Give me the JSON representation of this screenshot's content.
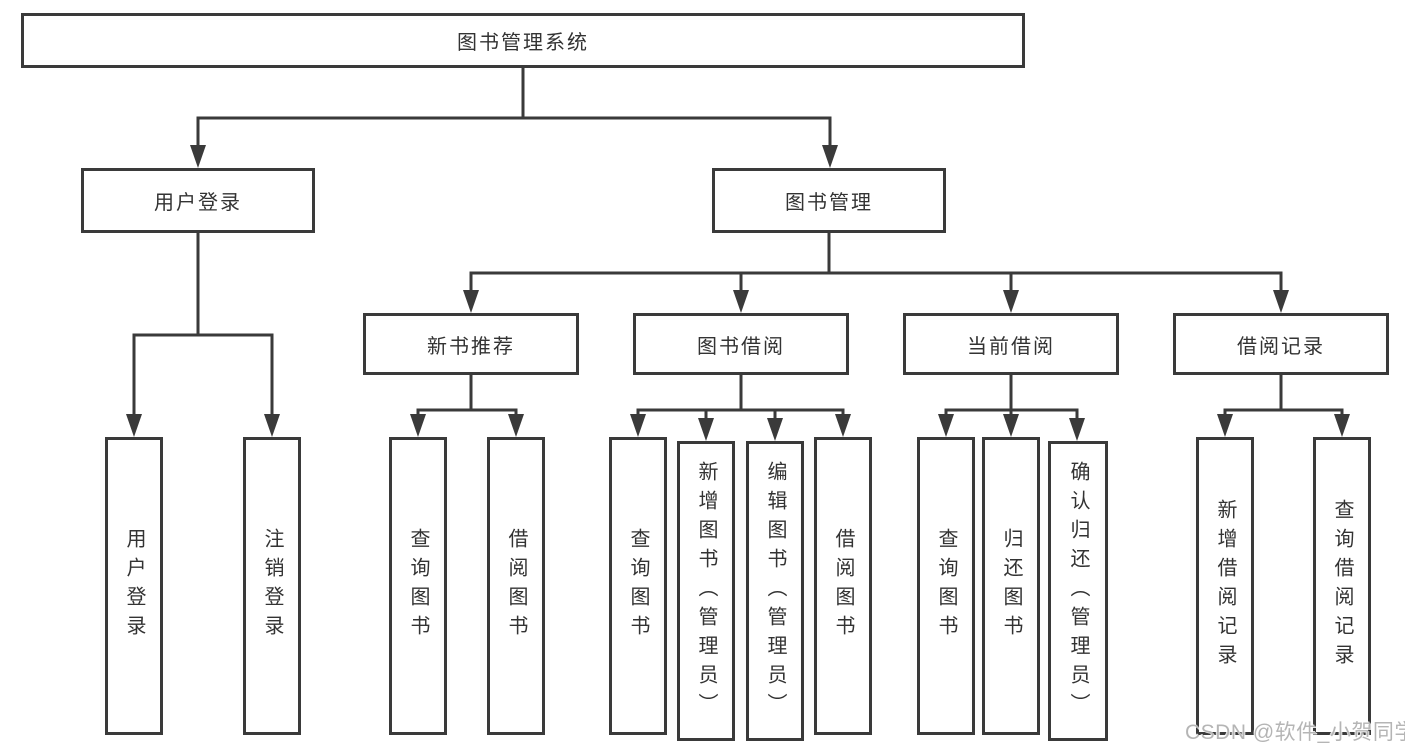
{
  "tree": {
    "root": "图书管理系统",
    "branches": {
      "user_login": {
        "label": "用户登录",
        "leaves": [
          "用户登录",
          "注销登录"
        ]
      },
      "book_mgmt": {
        "label": "图书管理"
      }
    },
    "modules": [
      {
        "label": "新书推荐",
        "leaves": [
          "查询图书",
          "借阅图书"
        ]
      },
      {
        "label": "图书借阅",
        "leaves": [
          "查询图书",
          "新增图书（管理员）",
          "编辑图书（管理员）",
          "借阅图书"
        ]
      },
      {
        "label": "当前借阅",
        "leaves": [
          "查询图书",
          "归还图书",
          "确认归还（管理员）"
        ]
      },
      {
        "label": "借阅记录",
        "leaves": [
          "新增借阅记录",
          "查询借阅记录"
        ]
      }
    ]
  },
  "watermark": "CSDN @软件_小贺同学",
  "colors": {
    "line": "#3a3a3a",
    "border": "#3a3a3a",
    "text": "#333333",
    "watermark": "#b5b5b5",
    "background": "#ffffff"
  }
}
